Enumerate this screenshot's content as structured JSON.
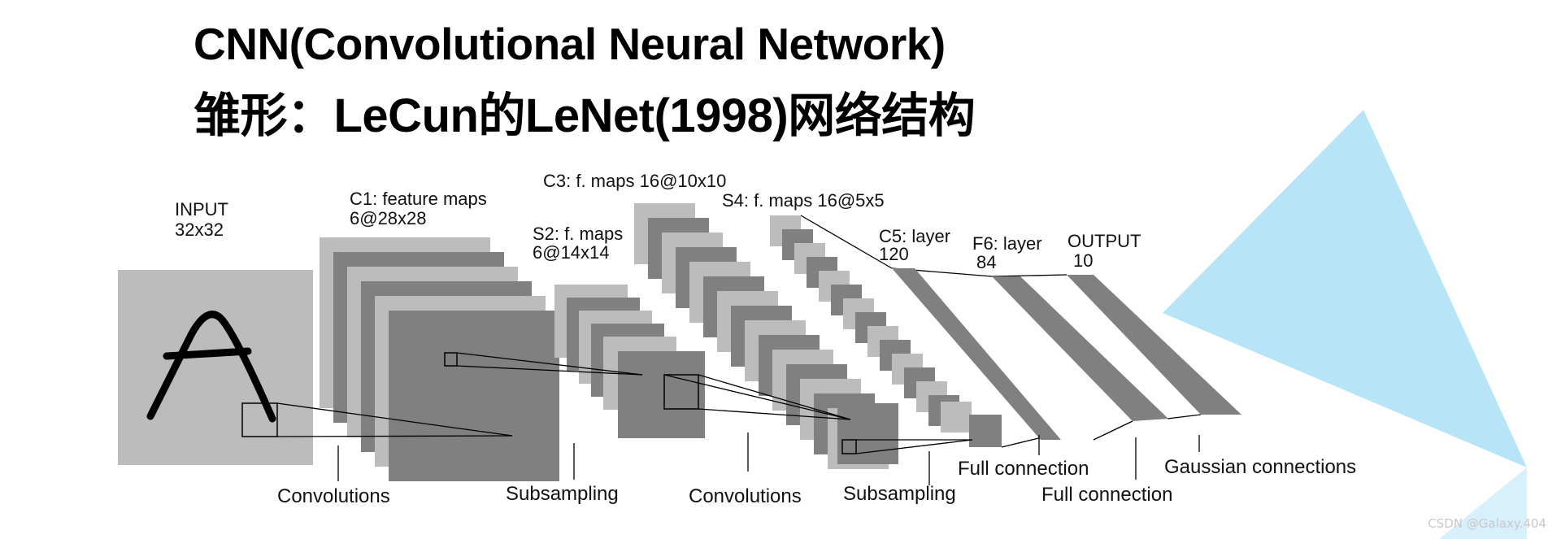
{
  "title": {
    "line1": "CNN(Convolutional Neural Network)",
    "line2": "雏形：LeCun的LeNet(1998)网络结构"
  },
  "layers": {
    "input": {
      "name": "INPUT",
      "size": "32x32"
    },
    "c1": {
      "name": "C1: feature maps",
      "size": "6@28x28"
    },
    "s2": {
      "name": "S2: f. maps",
      "size": "6@14x14"
    },
    "c3": {
      "name": "C3: f. maps 16@10x10"
    },
    "s4": {
      "name": "S4: f. maps 16@5x5"
    },
    "c5": {
      "name": "C5: layer",
      "size": "120"
    },
    "f6": {
      "name": "F6: layer",
      "size": "84"
    },
    "output": {
      "name": "OUTPUT",
      "size": "10"
    }
  },
  "operations": {
    "conv1": "Convolutions",
    "sub1": "Subsampling",
    "conv2": "Convolutions",
    "sub2": "Subsampling",
    "full1": "Full connection",
    "full2": "Full connection",
    "gauss": "Gaussian connections"
  },
  "watermark": "CSDN @Galaxy.404",
  "colors": {
    "light_gray": "#bcbcbc",
    "dark_gray": "#808080",
    "triangle": "#b8e4f8"
  }
}
